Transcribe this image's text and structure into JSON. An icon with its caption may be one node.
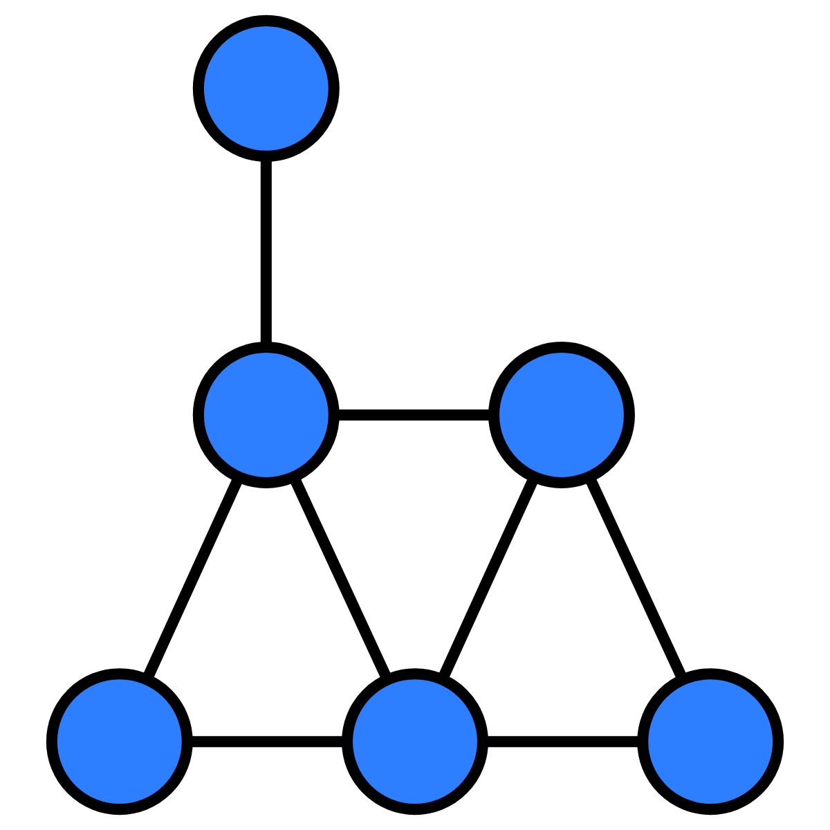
{
  "diagram": {
    "nodes": [
      {
        "text": [],
        "shape": "circle"
      },
      {
        "text": [],
        "shape": "circle"
      },
      {
        "text": [],
        "shape": "circle"
      },
      {
        "text": [],
        "shape": "circle"
      },
      {
        "text": [],
        "shape": "circle"
      },
      {
        "text": [],
        "shape": "circle"
      }
    ],
    "edges": [
      {
        "from": 0,
        "to": 1,
        "arrow": "none"
      },
      {
        "from": 1,
        "to": 2,
        "arrow": "none"
      },
      {
        "from": 1,
        "to": 3,
        "arrow": "none"
      },
      {
        "from": 1,
        "to": 4,
        "arrow": "none"
      },
      {
        "from": 2,
        "to": 4,
        "arrow": "none"
      },
      {
        "from": 2,
        "to": 5,
        "arrow": "none"
      },
      {
        "from": 3,
        "to": 4,
        "arrow": "none"
      },
      {
        "from": 4,
        "to": 5,
        "arrow": "none"
      }
    ]
  }
}
